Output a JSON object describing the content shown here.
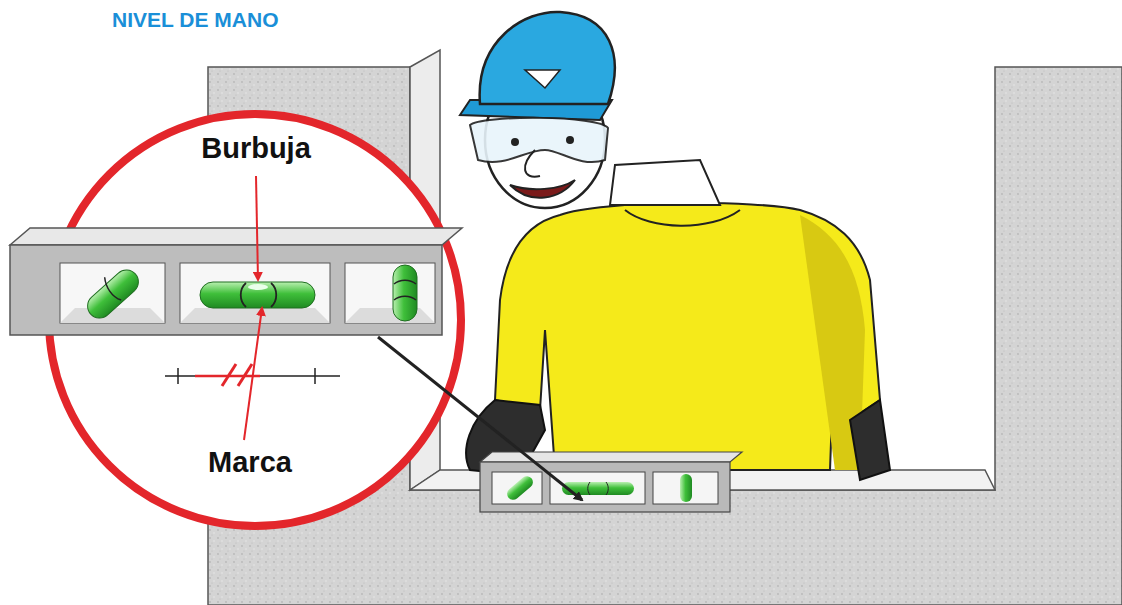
{
  "diagram": {
    "title": "NIVEL DE MANO",
    "labels": [
      "Burbuja",
      "Marca"
    ]
  }
}
